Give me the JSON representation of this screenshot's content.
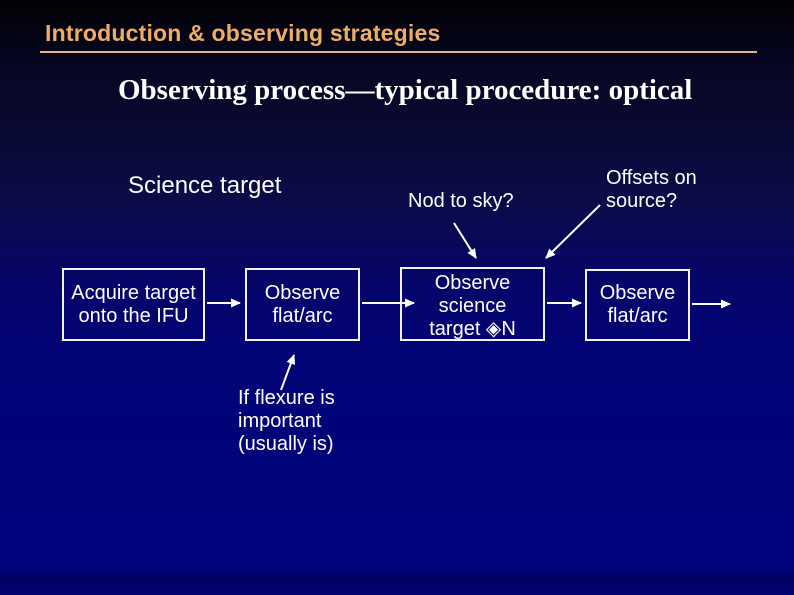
{
  "slide": {
    "header": {
      "title": "Introduction & observing strategies"
    },
    "heading": "Observing process—typical procedure: optical",
    "labels": {
      "science_target": "Science target",
      "nod_to_sky": "Nod to sky?",
      "offsets_on_source": "Offsets on source?",
      "flexure_note": "If flexure is important (usually is)"
    },
    "flow": {
      "boxes": [
        {
          "id": "acquire-target",
          "lines": [
            "Acquire target",
            "onto the IFU"
          ]
        },
        {
          "id": "observe-flat-arc-1",
          "lines": [
            "Observe",
            "flat/arc"
          ]
        },
        {
          "id": "observe-science-target",
          "lines": [
            "Observe",
            "science",
            "target ◈N"
          ]
        },
        {
          "id": "observe-flat-arc-2",
          "lines": [
            "Observe",
            "flat/arc"
          ]
        }
      ]
    },
    "colors": {
      "accent_orange": "#EFAC66",
      "underline_tan": "#E5B285",
      "background_top": "#020204",
      "background_bottom": "#00037A",
      "box_border": "#F2F2F2",
      "text": "#FFFFFF"
    }
  }
}
